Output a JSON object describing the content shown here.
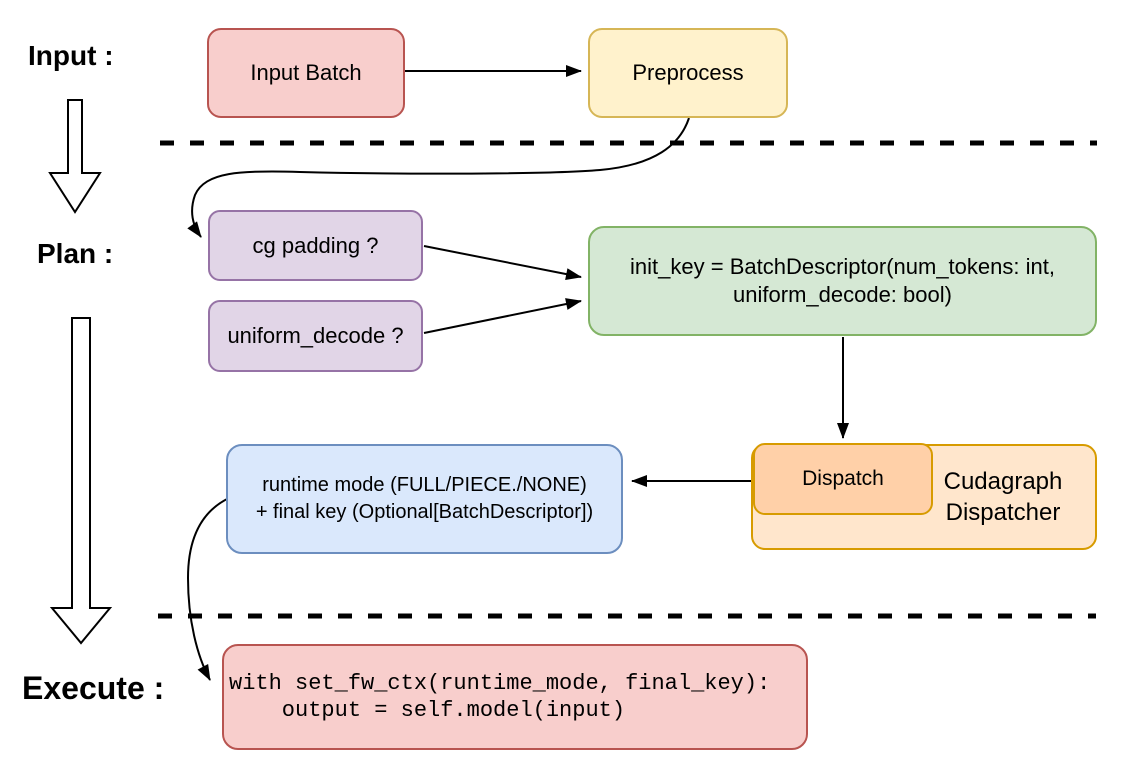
{
  "side_labels": {
    "input": "Input :",
    "plan": "Plan :",
    "execute": "Execute :"
  },
  "nodes": {
    "input_batch": {
      "label": "Input Batch"
    },
    "preprocess": {
      "label": "Preprocess"
    },
    "cg_padding": {
      "label": "cg padding ?"
    },
    "uniform_decode": {
      "label": "uniform_decode ?"
    },
    "init_key": {
      "lines": [
        "init_key = BatchDescriptor(num_tokens: int,",
        "uniform_decode: bool)"
      ]
    },
    "dispatch": {
      "label": "Dispatch"
    },
    "cudagraph_dispatcher": {
      "lines": [
        "Cudagraph",
        "Dispatcher"
      ]
    },
    "runtime_mode": {
      "lines": [
        "runtime mode (FULL/PIECE./NONE)",
        "+ final key (Optional[BatchDescriptor])"
      ]
    },
    "execute_code": {
      "lines": [
        "with set_fw_ctx(runtime_mode, final_key):",
        "    output = self.model(input)"
      ]
    }
  },
  "edges": [
    {
      "from": "input_batch",
      "to": "preprocess",
      "style": "straight-arrow"
    },
    {
      "from": "preprocess",
      "to": "cg_padding",
      "style": "curved-arrow"
    },
    {
      "from": "cg_padding",
      "to": "init_key",
      "style": "straight-arrow"
    },
    {
      "from": "uniform_decode",
      "to": "init_key",
      "style": "straight-arrow"
    },
    {
      "from": "init_key",
      "to": "dispatch",
      "style": "straight-arrow"
    },
    {
      "from": "dispatch",
      "to": "runtime_mode",
      "style": "straight-arrow"
    },
    {
      "from": "runtime_mode",
      "to": "execute_code",
      "style": "curved-arrow"
    },
    {
      "from": "input_phase",
      "to": "plan_phase",
      "style": "hollow-block-arrow"
    },
    {
      "from": "plan_phase",
      "to": "execute_phase",
      "style": "hollow-block-arrow"
    }
  ],
  "palette": {
    "background": "#ffffff",
    "line_color": "#000000",
    "red_fill": "#f8cecc",
    "red_stroke": "#b85450",
    "yellow_fill": "#fff2cc",
    "yellow_stroke": "#d6b656",
    "purple_fill": "#e1d5e7",
    "purple_stroke": "#9673a6",
    "green_fill": "#d5e8d4",
    "green_stroke": "#82b366",
    "blue_fill": "#dae8fc",
    "blue_stroke": "#6c8ebf",
    "orange_fill": "#ffe6cc",
    "orange_stroke": "#d79b00",
    "dispatch_fill": "#ffd0a8"
  }
}
